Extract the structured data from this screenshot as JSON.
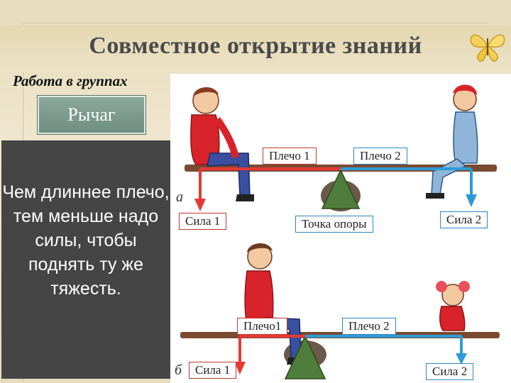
{
  "header": {
    "title": "Совместное открытие знаний"
  },
  "subtitle": "Работа в группах",
  "lever_badge": "Рычаг",
  "explanation": "Чем длиннее плечо, тем меньше надо силы, чтобы поднять ту же тяжесть.",
  "diagram_a": {
    "letter": "а",
    "arm1": "Плечо 1",
    "arm2": "Плечо 2",
    "force1": "Сила 1",
    "force2": "Сила 2",
    "fulcrum": "Точка опоры"
  },
  "diagram_b": {
    "letter": "б",
    "arm1": "Плечо1",
    "arm2": "Плечо 2",
    "force1": "Сила 1",
    "force2": "Сила 2"
  },
  "colors": {
    "arm1": "#e53935",
    "arm2": "#2e9bd6",
    "fulcrum": "#4f7d3b",
    "panel": "#454545",
    "badge": "#7b9b8e"
  }
}
